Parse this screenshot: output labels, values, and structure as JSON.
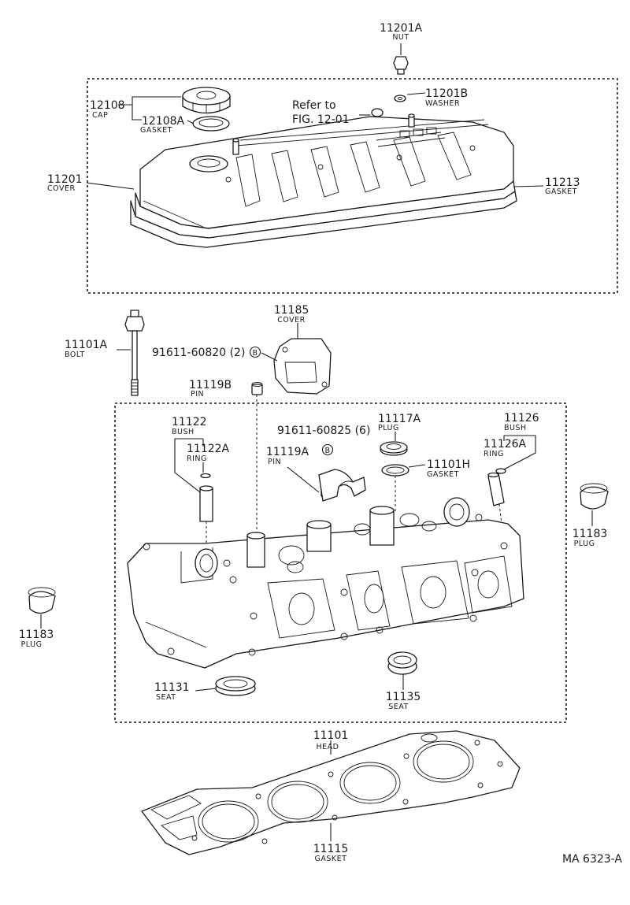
{
  "labels": {
    "nut": {
      "num": "11201A",
      "name": "NUT"
    },
    "washer": {
      "num": "11201B",
      "name": "WASHER"
    },
    "cap": {
      "num": "12108",
      "name": "CAP"
    },
    "cap_gasket": {
      "num": "12108A",
      "name": "GASKET"
    },
    "refer": {
      "line1": "Refer to",
      "line2": "FIG. 12-01"
    },
    "cover": {
      "num": "11201",
      "name": "COVER"
    },
    "cover_gasket": {
      "num": "11213",
      "name": "GASKET"
    },
    "bolt": {
      "num": "11101A",
      "name": "BOLT"
    },
    "bolt_part": {
      "text": "91611-60820 (2)",
      "mark": "B"
    },
    "small_cover": {
      "num": "11185",
      "name": "COVER"
    },
    "pin_b": {
      "num": "11119B",
      "name": "PIN"
    },
    "bush_l": {
      "num": "11122",
      "name": "BUSH"
    },
    "ring_l": {
      "num": "11122A",
      "name": "RING"
    },
    "head_bolt_part": {
      "text": "91611-60825 (6)",
      "mark": "B"
    },
    "plug_top": {
      "num": "11117A",
      "name": "PLUG"
    },
    "pin_a": {
      "num": "11119A",
      "name": "PIN"
    },
    "gasket_h": {
      "num": "11101H",
      "name": "GASKET"
    },
    "bush_r": {
      "num": "11126",
      "name": "BUSH"
    },
    "ring_r": {
      "num": "11126A",
      "name": "RING"
    },
    "plug_right": {
      "num": "11183",
      "name": "PLUG"
    },
    "plug_left": {
      "num": "11183",
      "name": "PLUG"
    },
    "seat_l": {
      "num": "11131",
      "name": "SEAT"
    },
    "seat_r": {
      "num": "11135",
      "name": "SEAT"
    },
    "head": {
      "num": "11101",
      "name": "HEAD"
    },
    "head_gasket": {
      "num": "11115",
      "name": "GASKET"
    }
  },
  "figure_code": "MA 6323-A"
}
